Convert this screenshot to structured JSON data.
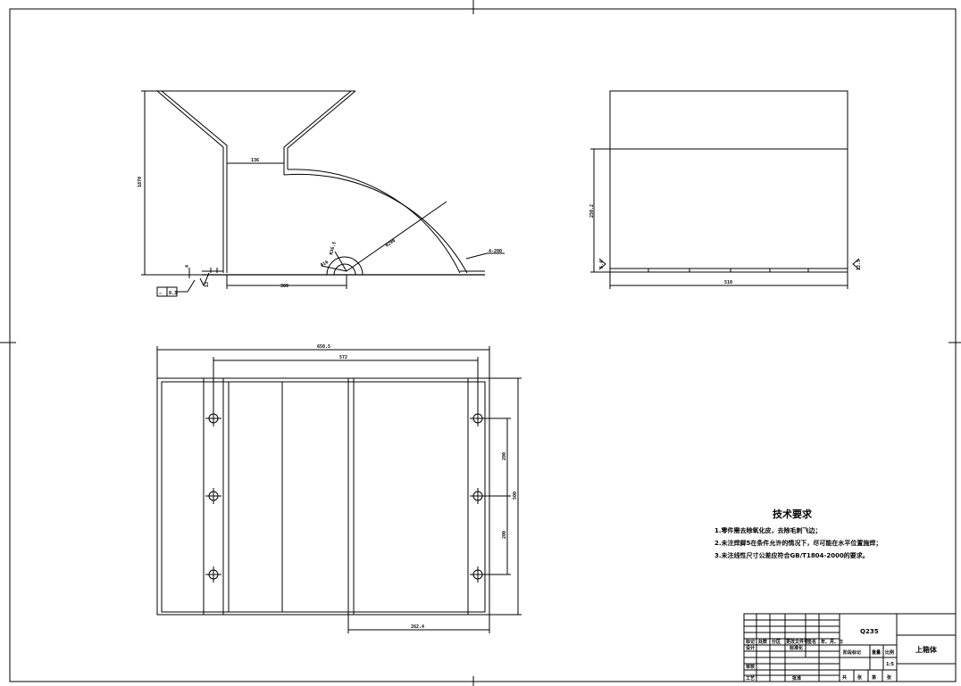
{
  "drawing": {
    "front_view": {
      "dim_width": "300",
      "dim_height": "1870",
      "dim_gap": "136",
      "dim_radius": "R290",
      "dim_hole": "Φ16",
      "dim_small_radius": "R36.5",
      "dim_thickness": "4",
      "dim_left_small": "13",
      "flatness_symbol": "▱",
      "flatness_value": "0.3",
      "roughness": "12.5",
      "weld": "4-200"
    },
    "side_view": {
      "dim_width": "510",
      "dim_height": "250.2",
      "roughness_left": "6.4",
      "roughness_right": "12.5"
    },
    "top_view": {
      "dim_total": "650.5",
      "dim_inner": "572",
      "dim_spacing_1": "200",
      "dim_spacing_2": "200",
      "dim_overall_height": "500",
      "dim_offset": "262.4"
    }
  },
  "notes": {
    "title": "技术要求",
    "lines": [
      "1.零件需去除氧化皮，去除毛刺飞边；",
      "2.未注焊脚5在条件允许的情况下，尽可能在水平位置施焊；",
      "3.未注线性尺寸公差应符合GB/T1804-2000的要求。"
    ]
  },
  "title_block": {
    "material": "Q235",
    "part_name": "上箱体",
    "scale": "1:5",
    "scale_label": "比例",
    "weight_label": "重量",
    "stage_label": "阶段标记",
    "rev_headers": [
      "标记",
      "处数",
      "分区",
      "更改文件号",
      "签名",
      "年、月、日"
    ],
    "design_label": "设计",
    "standard_label": "标准化",
    "review_label": "审核",
    "process_label": "工艺",
    "approve_label": "批准",
    "sheets_label": "共",
    "sheet_of": "张",
    "sheet_no_label": "第",
    "sheet_no_unit": "张"
  }
}
